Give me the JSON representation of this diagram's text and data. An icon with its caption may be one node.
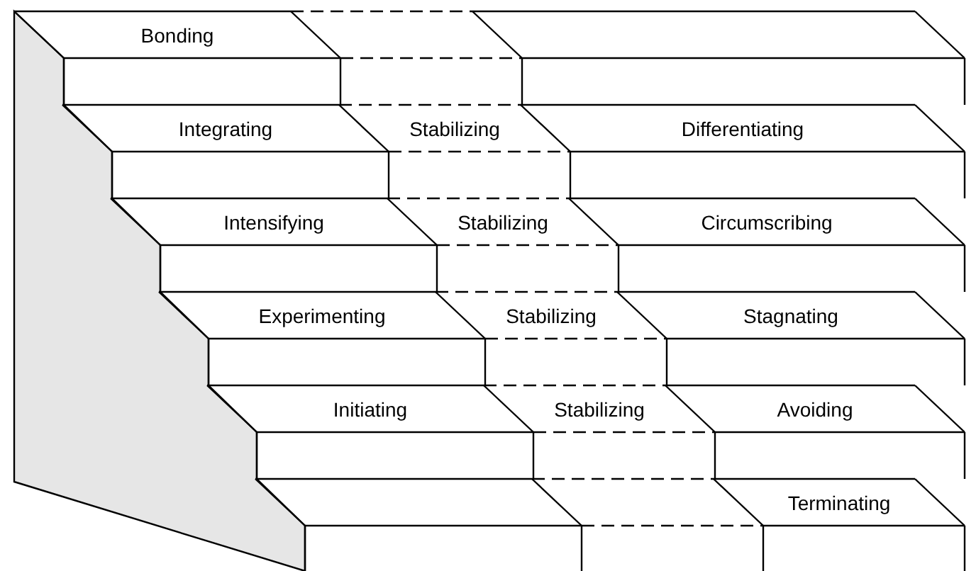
{
  "diagram": {
    "labels": [
      "Bonding",
      "Integrating",
      "Stabilizing",
      "Differentiating",
      "Intensifying",
      "Stabilizing",
      "Circumscribing",
      "Experimenting",
      "Stabilizing",
      "Stagnating",
      "Initiating",
      "Stabilizing",
      "Avoiding",
      "Terminating"
    ]
  }
}
